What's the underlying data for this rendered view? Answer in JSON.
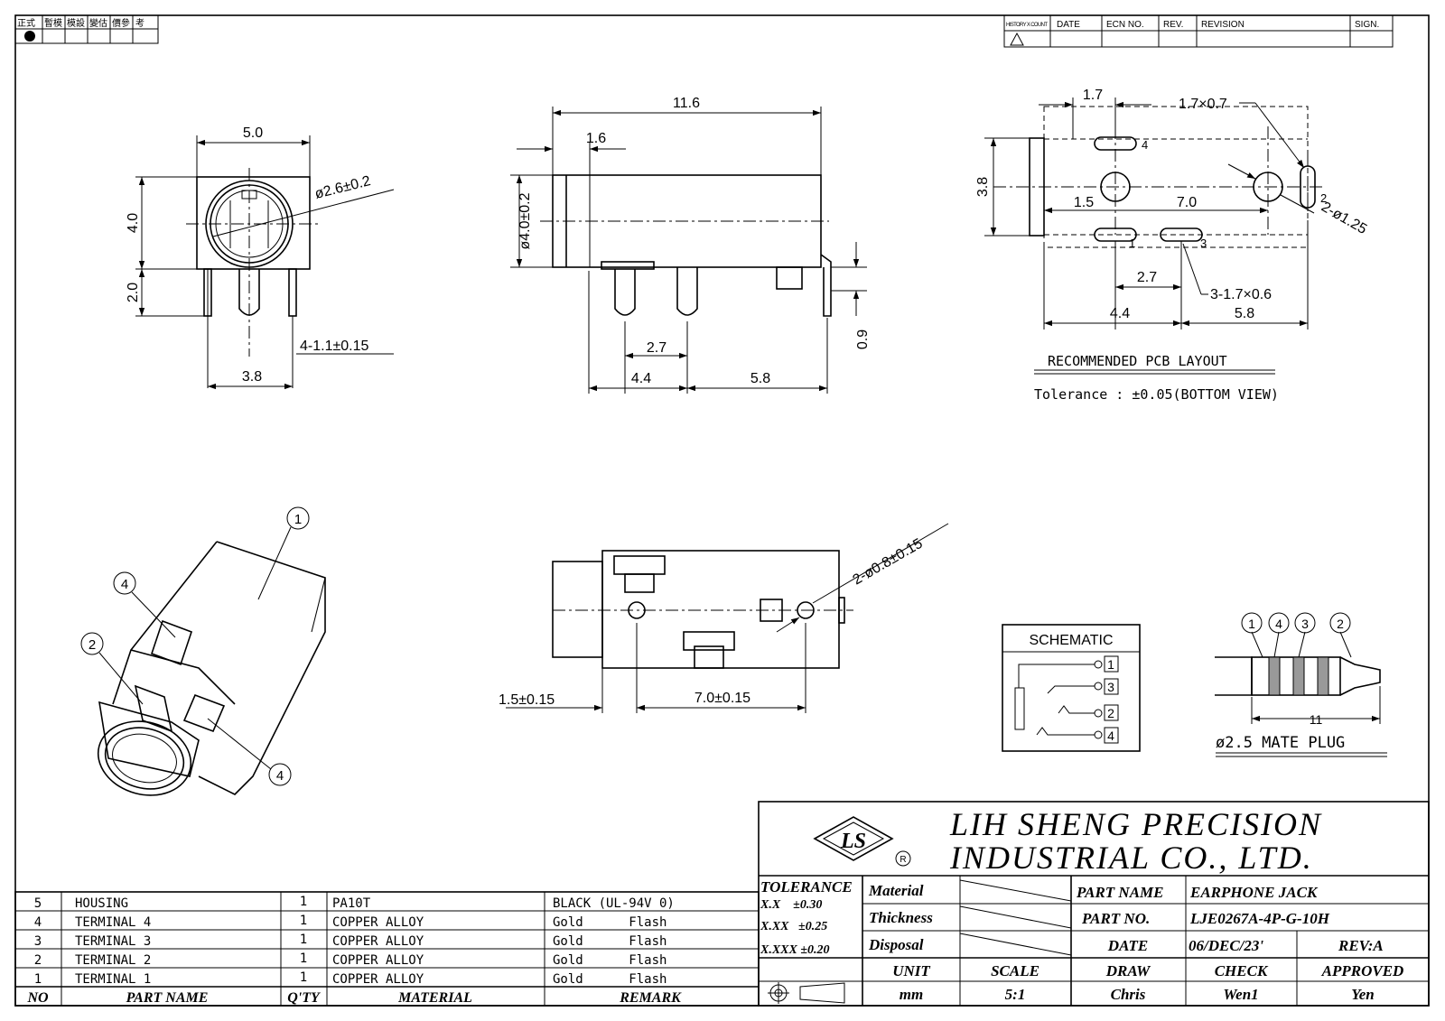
{
  "corner_stamp": {
    "labels": [
      "正式",
      "暫模",
      "模設",
      "變估",
      "價參",
      "考"
    ]
  },
  "revision_block": {
    "headers": [
      "HISTORY X COUNT",
      "DATE",
      "ECN NO.",
      "REV.",
      "REVISION",
      "SIGN."
    ]
  },
  "front_view": {
    "width": "5.0",
    "hole": "ø2.6±0.2",
    "height": "4.0",
    "foot": "2.0",
    "pins": "4-1.1±0.15",
    "pitch": "3.8"
  },
  "side_view": {
    "length": "11.6",
    "front": "1.6",
    "dia": "ø4.0±0.2",
    "pitch1": "2.7",
    "pitch2": "4.4",
    "pitch3": "5.8",
    "pin_len": "0.9"
  },
  "pcb_layout": {
    "dim_1_7": "1.7",
    "slot": "1.7×0.7",
    "height": "3.8",
    "d15": "1.5",
    "d70": "7.0",
    "holes": "2-ø1.25",
    "d27": "2.7",
    "slots3": "3-1.7×0.6",
    "d44": "4.4",
    "d58": "5.8",
    "pin1": "1",
    "pin2": "2",
    "pin3": "3",
    "pin4": "4",
    "title": "RECOMMENDED PCB LAYOUT",
    "tolerance": "Tolerance : ±0.05(BOTTOM VIEW)"
  },
  "bottom_view": {
    "posts": "2-ø0.8±0.15",
    "d15": "1.5±0.15",
    "d70": "7.0±0.15"
  },
  "iso_callouts": [
    "1",
    "4",
    "2",
    "4"
  ],
  "schematic": {
    "title": "SCHEMATIC",
    "pins": [
      "1",
      "3",
      "2",
      "4"
    ]
  },
  "plug": {
    "callouts": [
      "1",
      "4",
      "3",
      "2"
    ],
    "length": "11",
    "label": "ø2.5 MATE PLUG"
  },
  "company": {
    "line1": "LIH SHENG PRECISION",
    "line2": "INDUSTRIAL CO., LTD.",
    "logo": "LS",
    "reg": "R"
  },
  "title_block": {
    "tolerance_title": "TOLERANCE",
    "tol1": "X.X    ±0.30",
    "tol2": "X.XX   ±0.25",
    "tol3": "X.XXX ±0.20",
    "material_label": "Material",
    "thickness_label": "Thickness",
    "disposal_label": "Disposal",
    "part_name_label": "PART NAME",
    "part_name": "EARPHONE JACK",
    "part_no_label": "PART NO.",
    "part_no": "LJE0267A-4P-G-10H",
    "date_label": "DATE",
    "date": "06/DEC/23'",
    "rev": "REV:A",
    "unit_label": "UNIT",
    "unit": "mm",
    "scale_label": "SCALE",
    "scale": "5:1",
    "draw_label": "DRAW",
    "draw": "Chris",
    "check_label": "CHECK",
    "check": "Wen1",
    "approved_label": "APPROVED",
    "approved": "Yen"
  },
  "bom": {
    "headers": [
      "NO",
      "PART NAME",
      "Q'TY",
      "MATERIAL",
      "REMARK"
    ],
    "rows": [
      {
        "no": "5",
        "name": "HOUSING",
        "qty": "1",
        "material": "PA10T",
        "remark": "BLACK (UL-94V 0)"
      },
      {
        "no": "4",
        "name": "TERMINAL 4",
        "qty": "1",
        "material": "COPPER ALLOY",
        "remark": "Gold      Flash"
      },
      {
        "no": "3",
        "name": "TERMINAL 3",
        "qty": "1",
        "material": "COPPER ALLOY",
        "remark": "Gold      Flash"
      },
      {
        "no": "2",
        "name": "TERMINAL 2",
        "qty": "1",
        "material": "COPPER ALLOY",
        "remark": "Gold      Flash"
      },
      {
        "no": "1",
        "name": "TERMINAL 1",
        "qty": "1",
        "material": "COPPER ALLOY",
        "remark": "Gold      Flash"
      }
    ]
  }
}
